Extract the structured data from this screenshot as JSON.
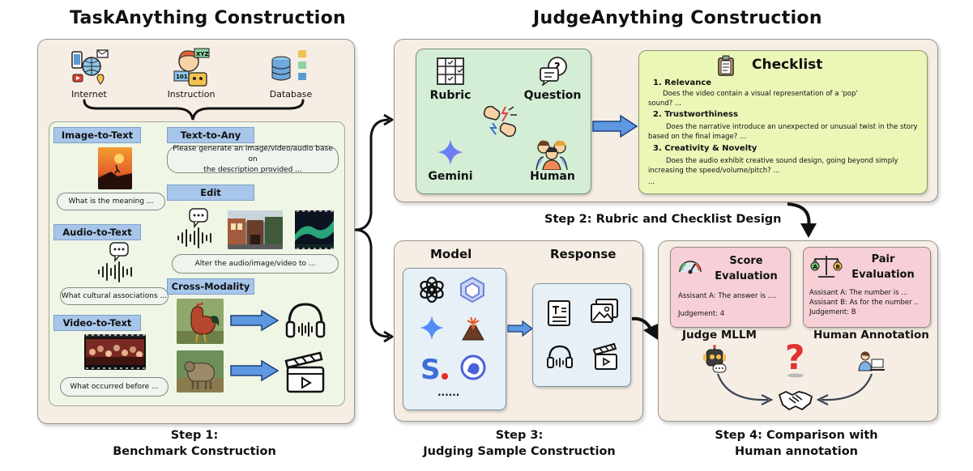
{
  "titles": {
    "left": "TaskAnything Construction",
    "right": "JudgeAnything Construction"
  },
  "sources": {
    "internet": "Internet",
    "instruction": "Instruction",
    "database": "Database"
  },
  "tasks": {
    "image_to_text": "Image-to-Text",
    "image_to_text_q": "What is the meaning ...",
    "audio_to_text": "Audio-to-Text",
    "audio_to_text_q": "What cultural associations ...",
    "video_to_text": "Video-to-Text",
    "video_to_text_q": "What occurred before ...",
    "text_to_any": "Text-to-Any",
    "text_to_any_q_line1": "Please generate an image/video/audio base on",
    "text_to_any_q_line2": "the description provided ...",
    "edit": "Edit",
    "edit_q": "Alter the audio/image/video to ...",
    "cross_modality": "Cross-Modality"
  },
  "rubric_panel": {
    "rubric": "Rubric",
    "question": "Question",
    "gemini": "Gemini",
    "human": "Human"
  },
  "checklist": {
    "title": "Checklist",
    "items": [
      {
        "head": "1. Relevance",
        "line1": "Does the video contain a visual representation of a 'pop'",
        "line2": "sound? ..."
      },
      {
        "head": "2. Trustworthiness",
        "line1": "Does the narrative introduce an unexpected or unusual twist in the story",
        "line2": "based on the final image? ..."
      },
      {
        "head": "3. Creativity & Novelty",
        "line1": "Does the audio exhibit creative sound design, going beyond simply",
        "line2": "increasing the speed/volume/pitch? ..."
      }
    ],
    "ellipsis": "..."
  },
  "step2": "Step 2: Rubric and Checklist Design",
  "model_panel": {
    "model": "Model",
    "response": "Response",
    "dots": "......"
  },
  "score_box": {
    "title_line1": "Score",
    "title_line2": "Evaluation",
    "line1": "Assisant A: The answer is ....",
    "line2": "Judgement:  4"
  },
  "pair_box": {
    "title_line1": "Pair",
    "title_line2": "Evaluation",
    "line1": "Assisant A: The number is ...",
    "line2": "Assisant B: As for the number ..",
    "line3": "Judgement: B"
  },
  "judge_mllm": "Judge MLLM",
  "human_annotation": "Human Annotation",
  "steps": {
    "step1_line1": "Step 1:",
    "step1_line2": "Benchmark Construction",
    "step3_line1": "Step 3:",
    "step3_line2": "Judging Sample Construction",
    "step4_line1": "Step 4: Comparison with",
    "step4_line2": "Human annotation"
  },
  "colors": {
    "panel_bg": "#f6eee4",
    "inner_green": "#eff6e6",
    "rubric_green": "#d4edd5",
    "checklist_yellow": "#eaf7b7",
    "label_blue": "#a7c6ea",
    "model_blue": "#e7f0f7",
    "pink_box": "#f6d0d6",
    "arrow_blue": "#5d98e0"
  }
}
